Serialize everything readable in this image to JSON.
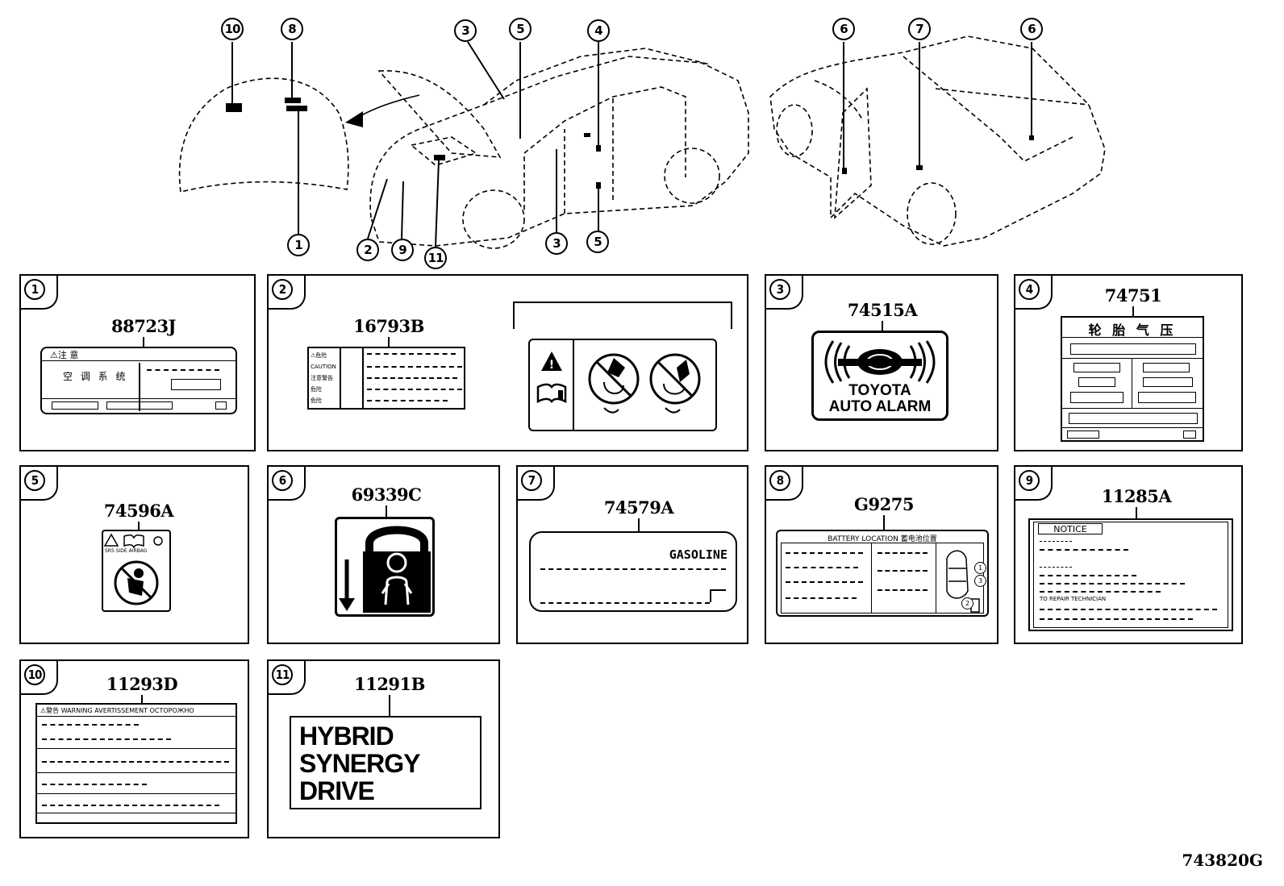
{
  "figure_code": "743820G",
  "car_callouts": {
    "c10": "10",
    "c8": "8",
    "c1": "1",
    "c3a": "3",
    "c5a": "5",
    "c4": "4",
    "c2": "2",
    "c9": "9",
    "c11": "11",
    "c3b": "3",
    "c5b": "5",
    "c6a": "6",
    "c7": "7",
    "c6b": "6"
  },
  "parts": [
    {
      "index": "1",
      "part_no": "88723J",
      "label": {
        "header": "⚠注 意",
        "body": "空 调 系 统"
      }
    },
    {
      "index": "2",
      "part_no": "16793B",
      "label": {
        "rows": [
          "⚠危险",
          "CAUTION",
          "注意警告",
          "危险",
          "危险"
        ]
      }
    },
    {
      "index": "3",
      "part_no": "74515A",
      "label": {
        "line1": "TOYOTA",
        "line2": "AUTO ALARM"
      }
    },
    {
      "index": "4",
      "part_no": "74751",
      "label": {
        "header": "轮 胎 气 压"
      }
    },
    {
      "index": "5",
      "part_no": "74596A",
      "label": {
        "small": "SRS SIDE AIRBAG"
      }
    },
    {
      "index": "6",
      "part_no": "69339C",
      "label": {}
    },
    {
      "index": "7",
      "part_no": "74579A",
      "label": {
        "text": "GASOLINE"
      }
    },
    {
      "index": "8",
      "part_no": "G9275",
      "label": {
        "header": "BATTERY LOCATION 蓄电池位置",
        "m1": "1",
        "m3": "3",
        "m2": "2"
      }
    },
    {
      "index": "9",
      "part_no": "11285A",
      "label": {
        "header": "NOTICE",
        "line": "TO REPAIR TECHNICIAN"
      }
    },
    {
      "index": "10",
      "part_no": "11293D",
      "label": {
        "header": "⚠警告 WARNING AVERTISSEMENT ОСТОРОЖНО"
      }
    },
    {
      "index": "11",
      "part_no": "11291B",
      "label": {
        "line1": "HYBRID",
        "line2": "SYNERGY",
        "line3": "DRIVE"
      }
    }
  ]
}
